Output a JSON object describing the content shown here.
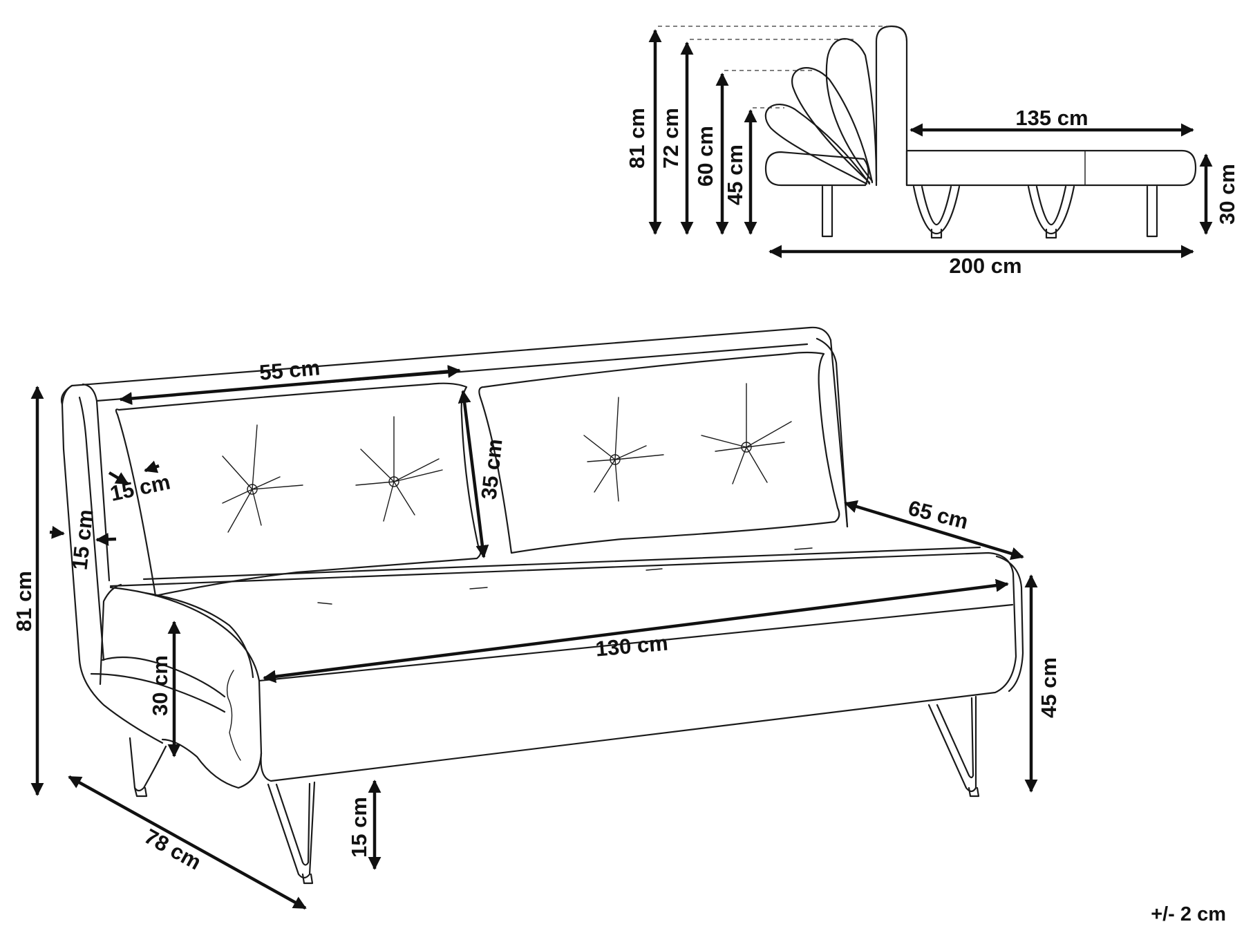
{
  "diagram": {
    "labels": {
      "side_height_81": "81 cm",
      "side_height_72": "72 cm",
      "side_height_60": "60 cm",
      "side_height_45": "45 cm",
      "bed_length_135": "135 cm",
      "mattress_30": "30 cm",
      "total_length_200": "200 cm",
      "cushion_width_55": "55 cm",
      "cushion_height_35": "35 cm",
      "cushion_depth_15": "15 cm",
      "backrest_thickness_15": "15 cm",
      "seat_depth_65": "65 cm",
      "seat_width_130": "130 cm",
      "total_height_81": "81 cm",
      "seat_height_45": "45 cm",
      "seat_thickness_30": "30 cm",
      "leg_height_15": "15 cm",
      "total_depth_78": "78 cm"
    },
    "tolerance": "+/- 2 cm"
  }
}
